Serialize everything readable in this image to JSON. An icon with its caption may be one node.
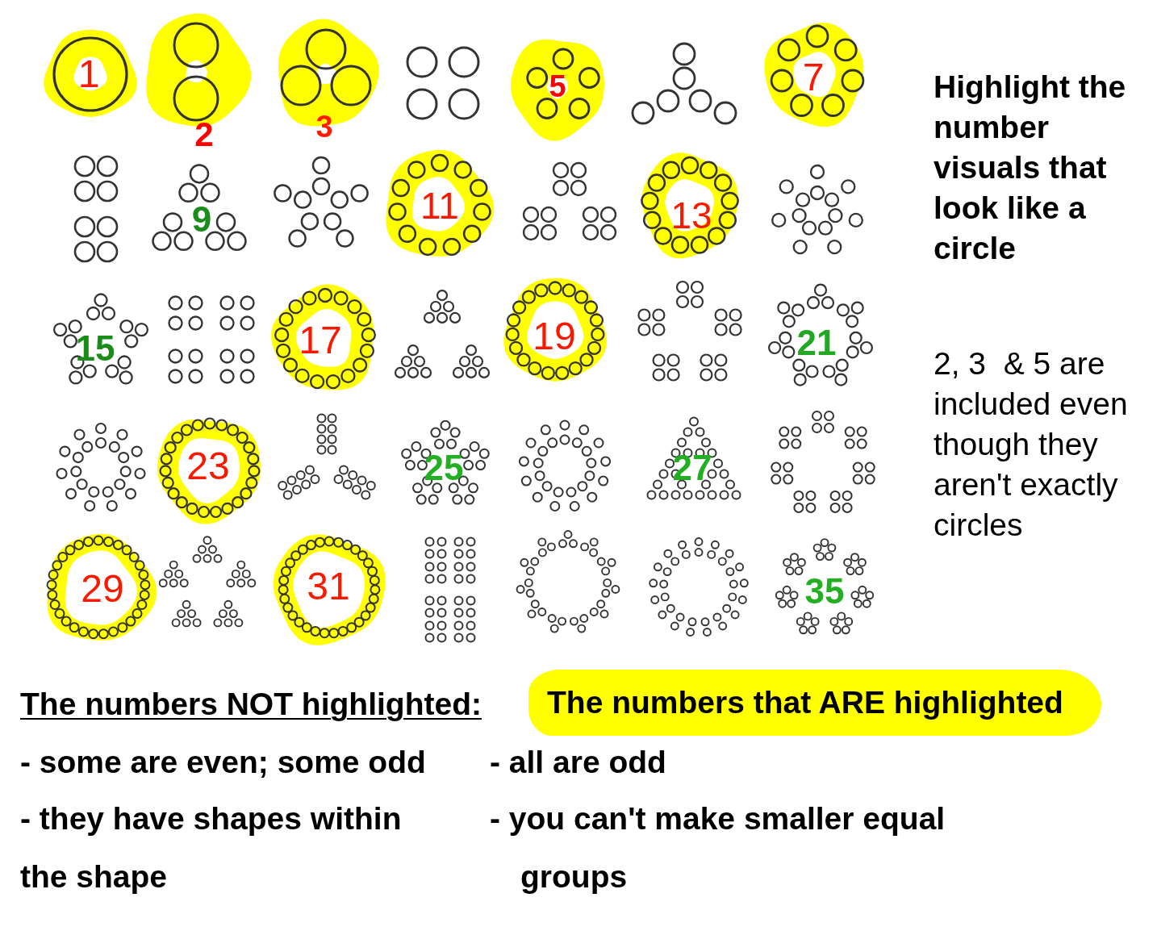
{
  "diagram": {
    "nodes": [
      {
        "text": [
          "1"
        ]
      },
      {
        "text": [
          "2"
        ]
      },
      {
        "text": [
          "3"
        ]
      },
      {
        "text": [],
        "shape": "picture"
      },
      {
        "text": [
          "5"
        ]
      },
      {
        "text": [],
        "shape": "picture"
      },
      {
        "text": [
          "7"
        ]
      },
      {
        "text": [],
        "shape": "picture"
      },
      {
        "text": [
          "9"
        ]
      },
      {
        "text": [],
        "shape": "picture"
      },
      {
        "text": [
          "11"
        ]
      },
      {
        "text": [],
        "shape": "picture"
      },
      {
        "text": [
          "13"
        ]
      },
      {
        "text": [],
        "shape": "picture"
      },
      {
        "text": [
          "15"
        ]
      },
      {
        "text": [],
        "shape": "picture"
      },
      {
        "text": [
          "17"
        ]
      },
      {
        "text": [],
        "shape": "picture"
      },
      {
        "text": [
          "19"
        ]
      },
      {
        "text": [],
        "shape": "picture"
      },
      {
        "text": [
          "21"
        ]
      },
      {
        "text": [],
        "shape": "picture"
      },
      {
        "text": [
          "23"
        ]
      },
      {
        "text": [],
        "shape": "picture"
      },
      {
        "text": [
          "25"
        ]
      },
      {
        "text": [],
        "shape": "picture"
      },
      {
        "text": [
          "27"
        ]
      },
      {
        "text": [],
        "shape": "picture"
      },
      {
        "text": [
          "29"
        ]
      },
      {
        "text": [],
        "shape": "picture"
      },
      {
        "text": [
          "31"
        ]
      },
      {
        "text": [],
        "shape": "picture"
      },
      {
        "text": [],
        "shape": "picture"
      },
      {
        "text": [],
        "shape": "picture"
      },
      {
        "text": [
          "35"
        ]
      },
      {
        "text": [
          "The numbers that ARE highlighted"
        ]
      }
    ],
    "labels": [
      "Highlight the number visuals that look like a circle",
      "2, 3  & 5 are included even though they aren't exactly circles",
      "The numbers NOT highlighted:",
      "- some are even; some odd",
      "- all are odd",
      "- they have shapes within the shape",
      "- you can't make smaller equal groups"
    ]
  }
}
